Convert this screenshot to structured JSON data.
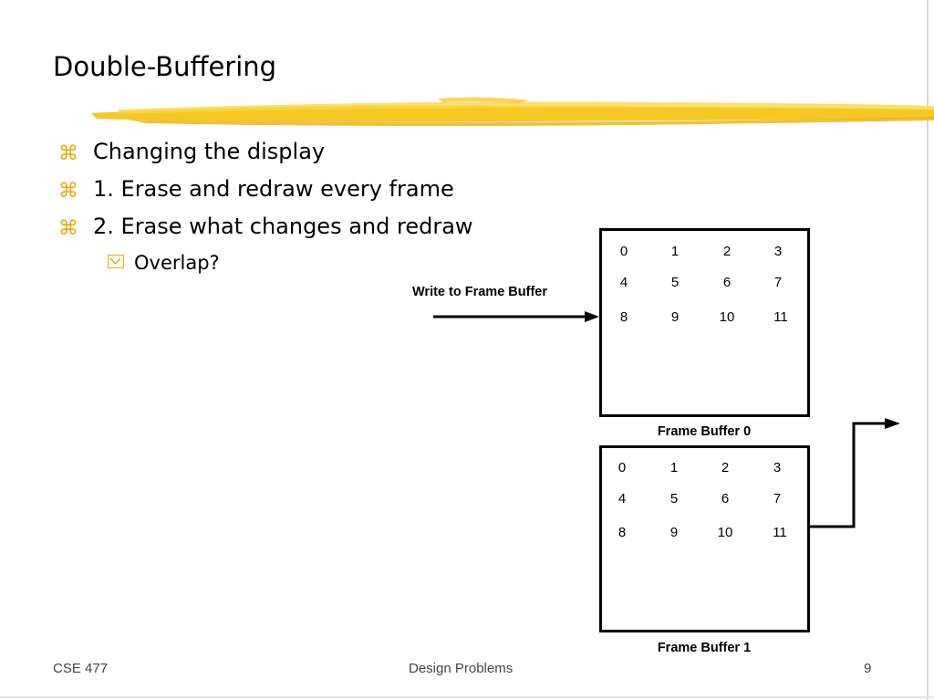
{
  "slide": {
    "title": "Double-Buffering",
    "bullets": [
      {
        "text": "Changing the display"
      },
      {
        "text": "1.  Erase and redraw every frame"
      },
      {
        "text": "2. Erase what changes and redraw"
      }
    ],
    "sub_bullet": "Overlap?",
    "colors": {
      "accent": "#e6a800",
      "highlight_stroke": "#f5c518"
    },
    "bullet_icon": "place-of-interest-sign-icon",
    "sub_bullet_icon": "chevron-box-icon"
  },
  "diagram": {
    "write_label": "Write to Frame Buffer",
    "buffers": [
      {
        "caption": "Frame Buffer 0",
        "rows": [
          [
            "0",
            "1",
            "2",
            "3"
          ],
          [
            "4",
            "5",
            "6",
            "7"
          ],
          [
            "8",
            "9",
            "10",
            "11"
          ]
        ]
      },
      {
        "caption": "Frame Buffer 1",
        "rows": [
          [
            "0",
            "1",
            "2",
            "3"
          ],
          [
            "4",
            "5",
            "6",
            "7"
          ],
          [
            "8",
            "9",
            "10",
            "11"
          ]
        ]
      }
    ]
  },
  "footer": {
    "left": "CSE 477",
    "center": "Design Problems",
    "page": "9"
  }
}
